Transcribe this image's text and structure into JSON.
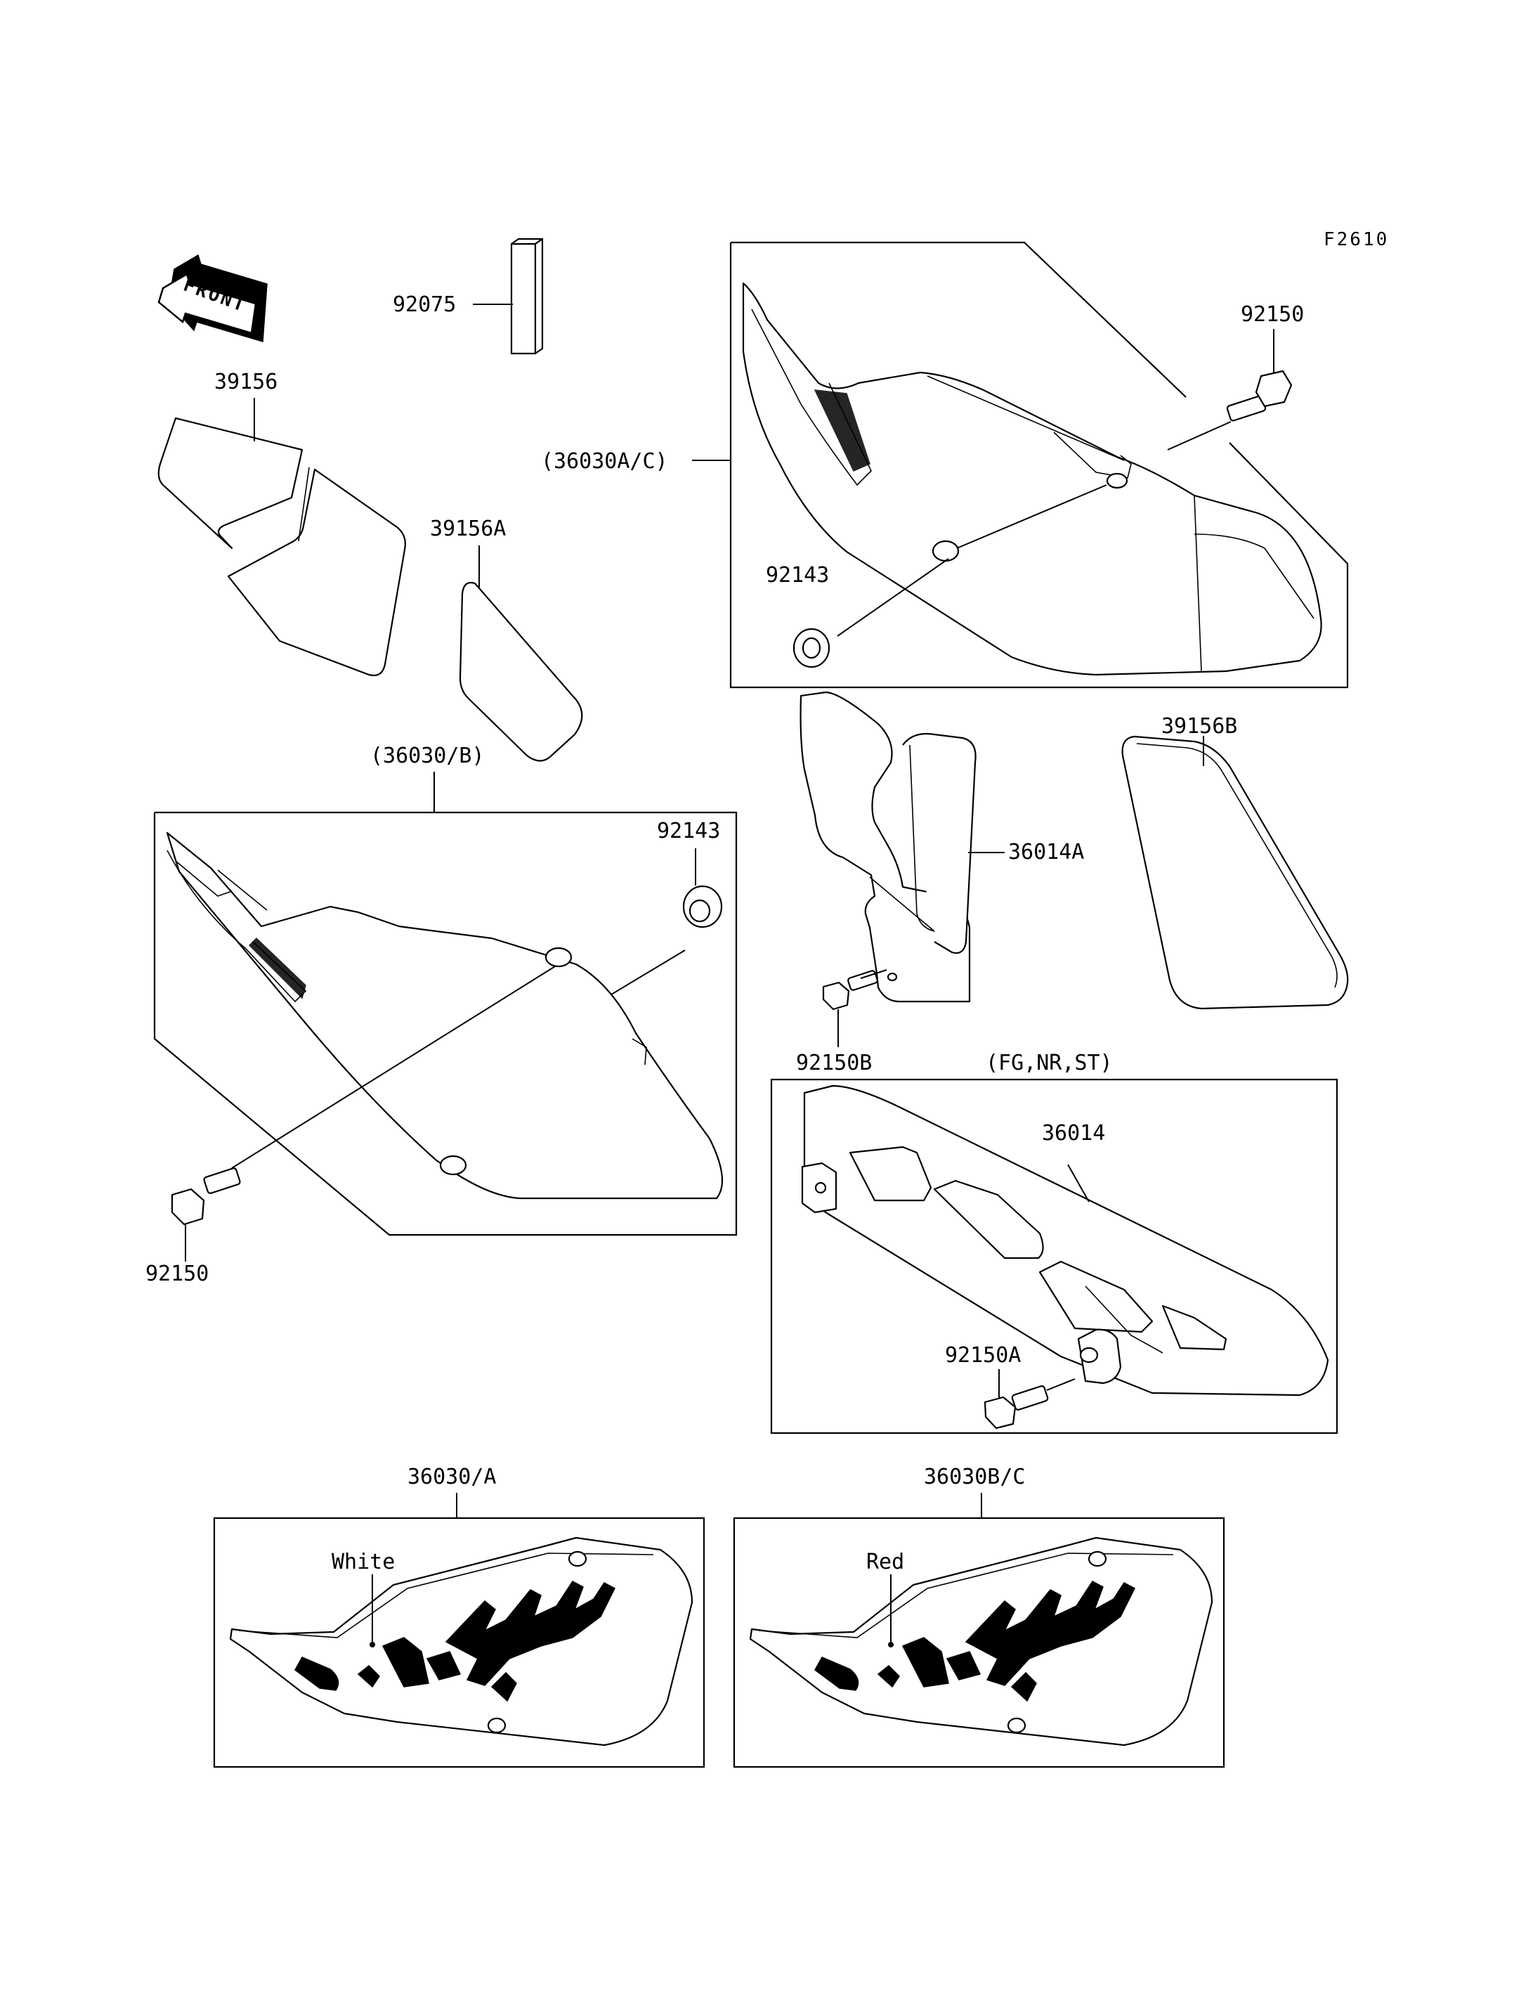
{
  "figure_code": "F2610",
  "front_arrow": {
    "label": "FRONT",
    "icon": "front-arrow-icon"
  },
  "labels": {
    "p92075": "92075",
    "p39156": "39156",
    "p39156A": "39156A",
    "p36030AC": "(36030A/C)",
    "p92150_top": "92150",
    "p92143_top": "92143",
    "p36030B": "(36030/B)",
    "p92143_mid": "92143",
    "p92150_left": "92150",
    "p36014A": "36014A",
    "p39156B": "39156B",
    "p92150B": "92150B",
    "variant_fg": "(FG,NR,ST)",
    "p36014": "36014",
    "p92150A": "92150A",
    "p36030A": "36030/A",
    "p36030BC": "36030B/C",
    "color_white": "White",
    "color_red": "Red"
  }
}
